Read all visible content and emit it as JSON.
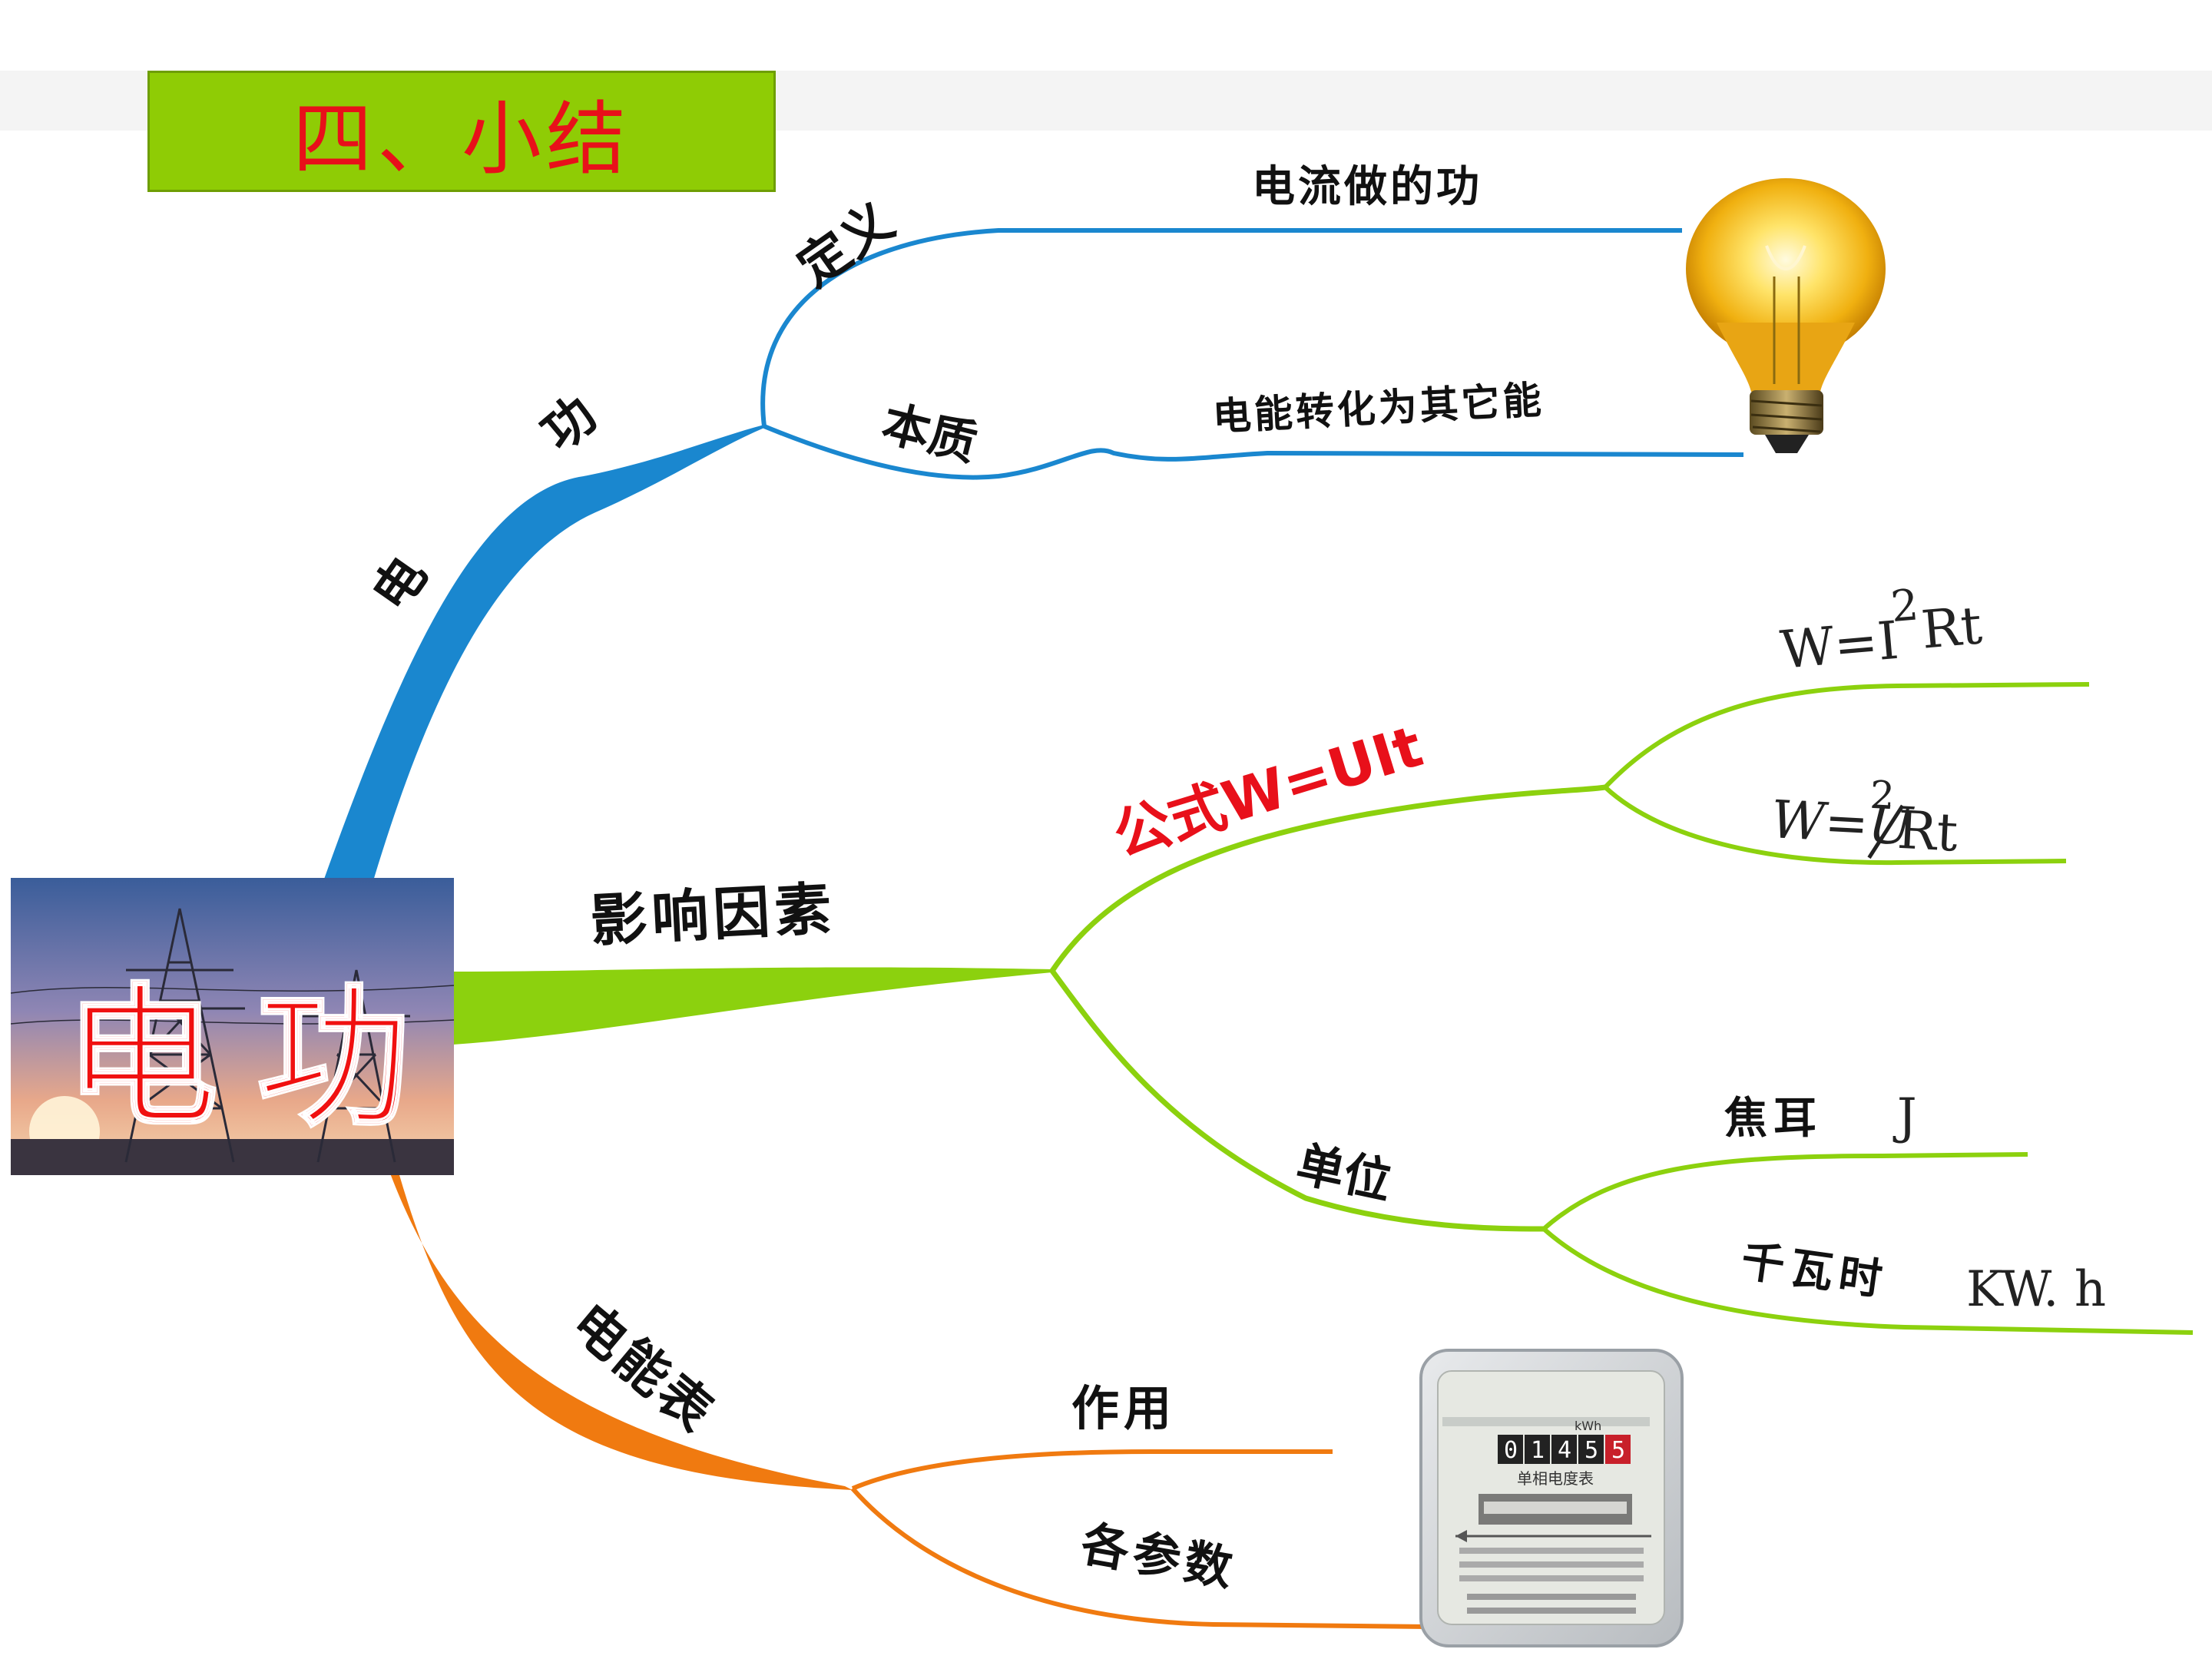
{
  "title": "四、小结",
  "center": {
    "label": "电功"
  },
  "branches": {
    "diangong": {
      "label": "电功",
      "color": "#1a87cf",
      "dingyi": {
        "label": "定义",
        "leaf": "电流做的功"
      },
      "benzhi": {
        "label": "本质",
        "leaf": "电能转化为其它能"
      }
    },
    "yingxiang": {
      "label": "影响因素",
      "color": "#8cd10e",
      "gongshi": {
        "label": "公式W=UIt",
        "color": "#e8101a",
        "f1_a": "W=I",
        "f1_sup": "2",
        "f1_b": "Rt",
        "f2_a": "W=U",
        "f2_sup": "2",
        "f2_b": "Rt"
      },
      "danwei": {
        "label": "单位",
        "leaf1": "焦耳",
        "leaf1_unit": "J",
        "leaf2": "千瓦时",
        "leaf2_unit": "KW. h"
      }
    },
    "biao": {
      "label": "电能表",
      "color": "#f07a10",
      "zuoyong": "作用",
      "canshu": "各参数"
    }
  },
  "meter": {
    "reading": [
      "0",
      "1",
      "4",
      "5",
      "5"
    ],
    "unit": "kWh",
    "name": "单相电度表"
  },
  "images": [
    "light-bulb",
    "power-tower",
    "electric-meter"
  ]
}
